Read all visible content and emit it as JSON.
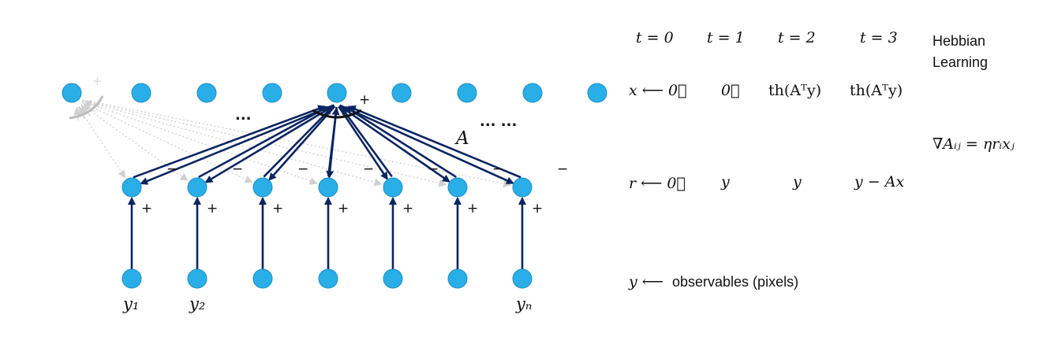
{
  "colors": {
    "node": "#2aaee8",
    "node_stroke": "#1d8fc4",
    "edge": "#0b2561",
    "faint": "#c6c6c6"
  },
  "labels": {
    "y1": "y₁",
    "y2": "y₂",
    "yn": "yₙ",
    "A": "A",
    "dots_left": "...",
    "dots_right": "... ...",
    "plus": "+",
    "minus": "−"
  },
  "table": {
    "headers": [
      "t = 0",
      "t = 1",
      "t = 2",
      "t = 3"
    ],
    "hebbian": "Hebbian Learning",
    "x_row": [
      "x ⟵ 0⃗",
      "0⃗",
      "th(Aᵀy)",
      "th(Aᵀy)"
    ],
    "gradient": "∇Aᵢⱼ = ηrᵢxⱼ",
    "r_row": [
      "r ⟵ 0⃗",
      "y",
      "y",
      "y − Ax"
    ],
    "y_row": {
      "prefix": "y ⟵",
      "text": "observables (pixels)"
    }
  }
}
